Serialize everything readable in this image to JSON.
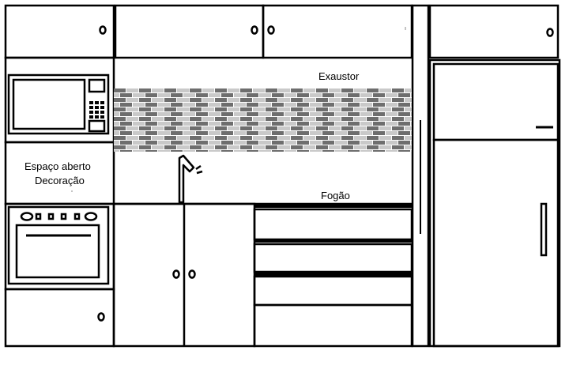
{
  "labels": {
    "exaustor": "Exaustor",
    "espaco_aberto": "Espaço aberto",
    "decoracao": "Decoração",
    "fogao": "Fogão"
  },
  "colors": {
    "line": "#000000",
    "background": "#ffffff",
    "tile_dark": "#6e6e6e",
    "tile_light": "#c9c9c9",
    "grout": "#ffffff"
  }
}
